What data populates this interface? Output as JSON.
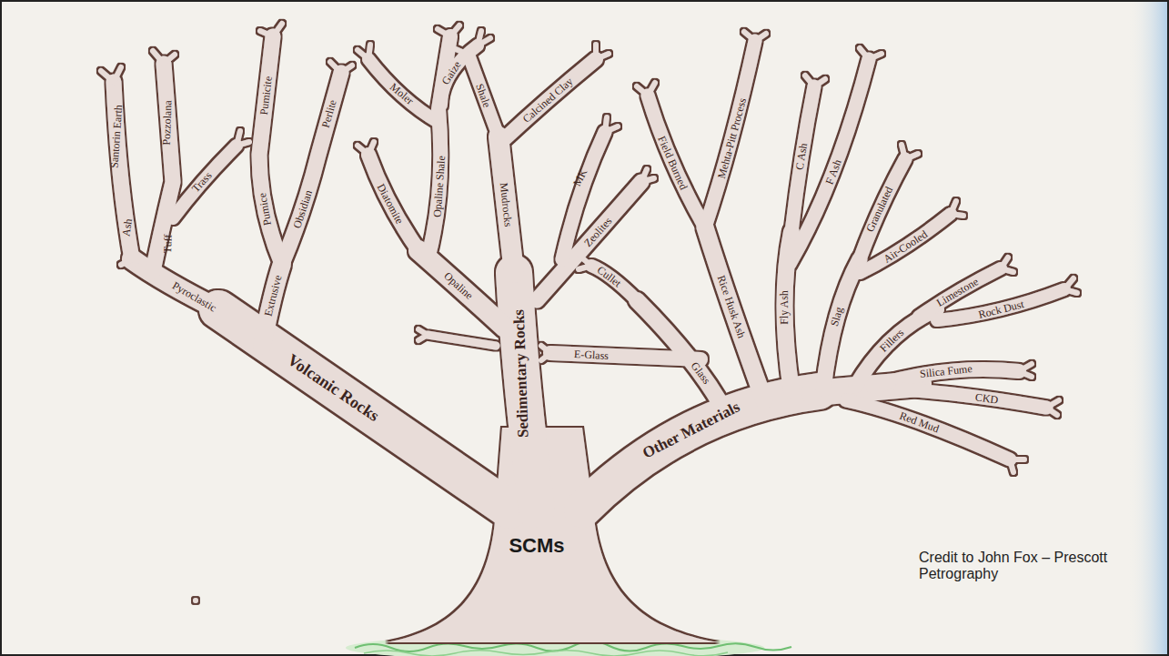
{
  "diagram": {
    "caption": "Credit to John Fox – Prescott Petrography",
    "labels": [
      "Santorin Earth",
      "Ash",
      "Pozzolana",
      "Tuff",
      "Trass",
      "Pumicite",
      "Pumice",
      "Perlite",
      "Obsidian",
      "Pyroclastic",
      "Extrusive",
      "Volcanic Rocks",
      "Moler",
      "Gaize",
      "Diatomite",
      "Opaline Shale",
      "Opaline",
      "Shale",
      "Calcined Clay",
      "Mudrocks",
      "Sedimentary Rocks",
      "MK",
      "Zeolites",
      "Field Burned",
      "Mehta-Pitt Process",
      "Rice Husk Ash",
      "Cullet",
      "E-Glass",
      "Glass",
      "Fly Ash",
      "C Ash",
      "F Ash",
      "Slag",
      "Granulated",
      "Air-Cooled",
      "Fillers",
      "Limestone",
      "Rock Dust",
      "Silica Fume",
      "CKD",
      "Red Mud",
      "Other Materials",
      "SCMs"
    ]
  }
}
